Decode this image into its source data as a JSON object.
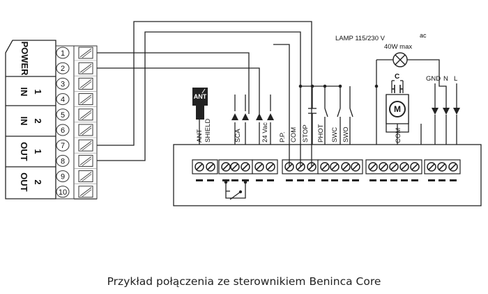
{
  "left_block": {
    "labels": [
      {
        "line1": "POWER",
        "line2": ""
      },
      {
        "line1": "IN",
        "line2": "1"
      },
      {
        "line1": "IN",
        "line2": "2"
      },
      {
        "line1": "OUT",
        "line2": "1"
      },
      {
        "line1": "OUT",
        "line2": "2"
      }
    ],
    "terminal_numbers": [
      "1",
      "2",
      "3",
      "4",
      "5",
      "6",
      "7",
      "8",
      "9",
      "10"
    ]
  },
  "antenna_label": "ANT",
  "lamp_label": "LAMP 115/230 V",
  "lamp_ac": "ac",
  "lamp_power": "40W max",
  "capacitor_label": "C",
  "motor_symbol": "M",
  "supply_labels": {
    "gnd": "GND",
    "n": "N",
    "l": "L"
  },
  "controller_labels": {
    "ant": "ANT",
    "shield": "SHIELD",
    "sca": "SCA",
    "vac": "24 Vac",
    "pp": "P.P.",
    "com": "COM",
    "stop": "STOP",
    "phot": "PHOT",
    "swc": "SWC",
    "swo": "SWO",
    "motor_com": "COM"
  },
  "caption": "Przykład połączenia ze sterownikiem Beninca Core"
}
